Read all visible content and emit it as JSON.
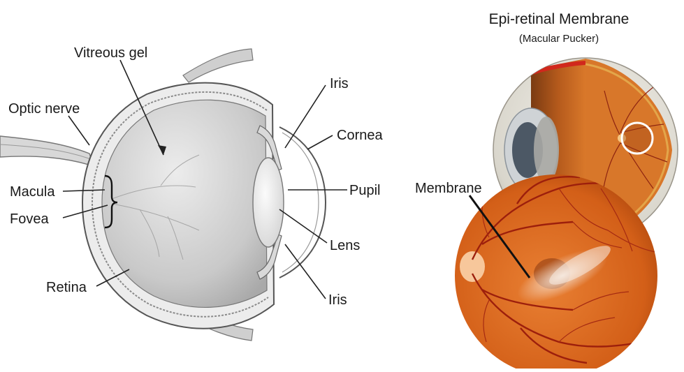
{
  "left_diagram": {
    "labels": {
      "vitreous_gel": "Vitreous gel",
      "optic_nerve": "Optic nerve",
      "macula": "Macula",
      "fovea": "Fovea",
      "retina": "Retina",
      "iris_top": "Iris",
      "cornea": "Cornea",
      "pupil": "Pupil",
      "lens": "Lens",
      "iris_bottom": "Iris"
    }
  },
  "right_diagram": {
    "title": "Epi-retinal Membrane",
    "subtitle": "(Macular Pucker)",
    "membrane_label": "Membrane"
  },
  "colors": {
    "outline": "#555555",
    "sclera": "#e6e6e6",
    "vitreous": "#cfcfcf",
    "retina_orange": "#d9661f",
    "vessel": "#a3200f",
    "membrane": "#f4e6dc"
  }
}
